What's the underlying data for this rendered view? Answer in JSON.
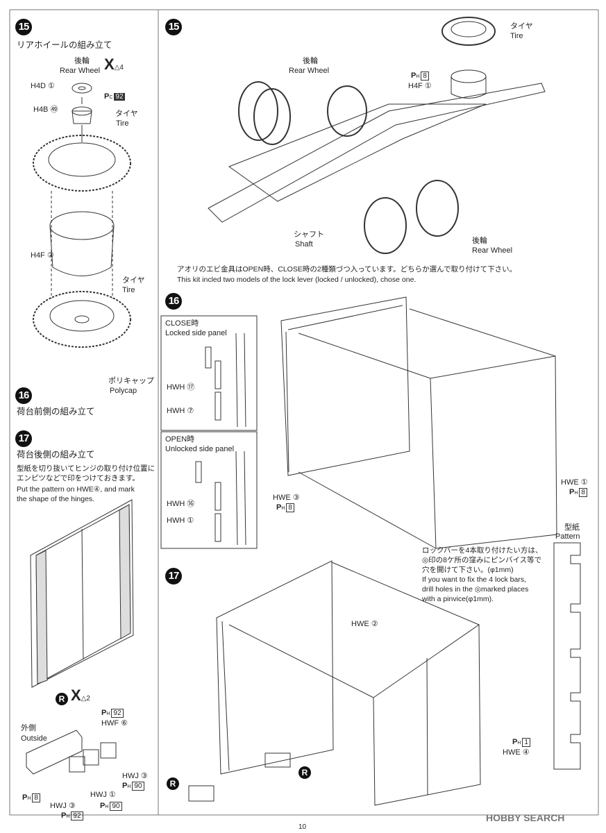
{
  "left": {
    "step15": {
      "number": "15",
      "title": "リアホイールの組み立て",
      "rear_wheel_jp": "後輪",
      "rear_wheel_en": "Rear Wheel",
      "qty_mark": "X",
      "qty": "4",
      "h4d": "H4D ①",
      "pc_label": "P",
      "pc_sub": "C",
      "pc_num": "92",
      "h4b": "H4B ㊾",
      "tire_jp": "タイヤ",
      "tire_en": "Tire",
      "h4f": "H4F ②",
      "tire2_jp": "タイヤ",
      "tire2_en": "Tire",
      "polycap_jp": "ポリキャップ",
      "polycap_en": "Polycap"
    },
    "step16": {
      "number": "16",
      "title": "荷台前側の組み立て"
    },
    "step17": {
      "number": "17",
      "title": "荷台後側の組み立て",
      "note_jp_1": "型紙を切り抜いてヒンジの取り付け位置に",
      "note_jp_2": "エンピツなどで印をつけておきます。",
      "note_en_1": "Put the pattern on HWE④, and mark",
      "note_en_2": "the shape of the hinges."
    },
    "light": {
      "r_mark": "R",
      "qty_mark": "X",
      "qty": "2",
      "outside_jp": "外側",
      "outside_en": "Outside",
      "hwf": "HWF ⑥",
      "ph92a": "92",
      "hwj3a": "HWJ ③",
      "ph90a": "90",
      "hwj1": "HWJ ①",
      "ph90b": "90",
      "ph8": "8",
      "hwj3b": "HWJ ③",
      "ph92b": "92",
      "ph_label": "P",
      "ph_sub": "H"
    }
  },
  "right": {
    "step15": {
      "number": "15",
      "tire_jp": "タイヤ",
      "tire_en": "Tire",
      "rear_wheel_jp": "後輪",
      "rear_wheel_en": "Rear Wheel",
      "ph8": "8",
      "h4f": "H4F ①",
      "shaft_jp": "シャフト",
      "shaft_en": "Shaft",
      "rear_wheel2_jp": "後輪",
      "rear_wheel2_en": "Rear Wheel",
      "note_jp": "アオリのエビ金具はOPEN時、CLOSE時の2種類づつ入っています。どちらか選んで取り付けて下さい。",
      "note_en": "This kit incled two models of the lock lever (locked / unlocked), chose one."
    },
    "step16": {
      "number": "16",
      "close_jp": "CLOSE時",
      "close_en": "Locked side panel",
      "hwh17": "HWH ⑰",
      "hwh7": "HWH ⑦",
      "open_jp": "OPEN時",
      "open_en": "Unlocked side panel",
      "hwh16": "HWH ⑯",
      "hwh1": "HWH ①",
      "hwe3": "HWE ③",
      "hwe3_ph": "8",
      "hwe1": "HWE ①",
      "hwe1_ph": "8",
      "pattern_jp": "型紙",
      "pattern_en": "Pattern"
    },
    "step17": {
      "number": "17",
      "note_jp_1": "ロックバーを4本取り付けたい方は、",
      "note_jp_2": "◎印の8ケ所の窪みにピンバイス等で",
      "note_jp_3": "穴を開けて下さい。(φ1mm)",
      "note_en_1": "If you want to fix the 4 lock bars,",
      "note_en_2": "drill holes in the ◎marked places",
      "note_en_3": "with a pinvice(φ1mm).",
      "hwe2": "HWE ②",
      "ph1": "1",
      "hwe4": "HWE ④",
      "r_mark": "R"
    }
  },
  "footer": {
    "page_number": "10",
    "watermark": "HOBBY SEARCH"
  }
}
